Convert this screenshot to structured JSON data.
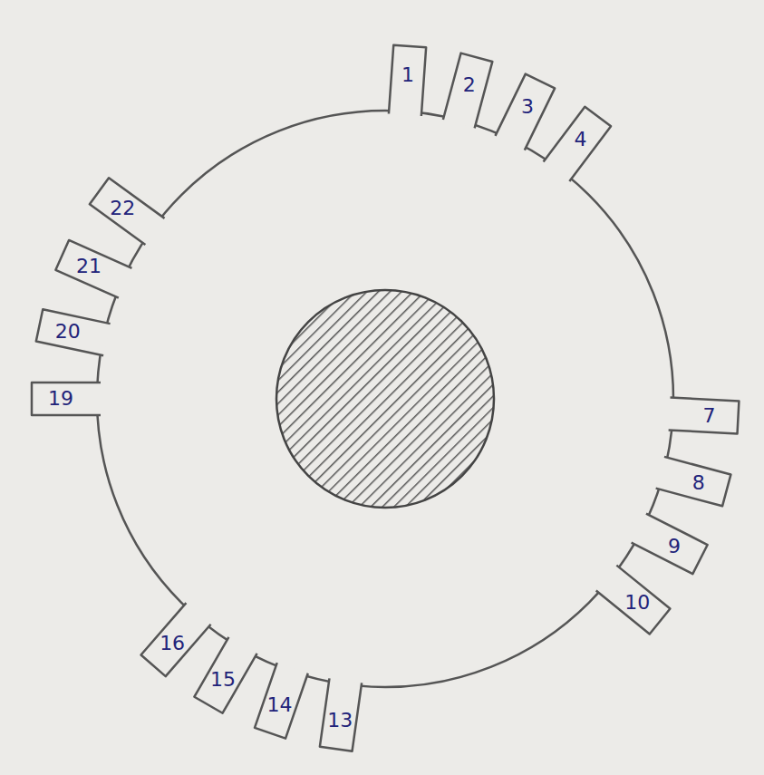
{
  "diagram": {
    "labels": [
      "1",
      "2",
      "3",
      "4",
      "7",
      "8",
      "9",
      "10",
      "13",
      "14",
      "15",
      "16",
      "19",
      "20",
      "21",
      "22"
    ]
  }
}
